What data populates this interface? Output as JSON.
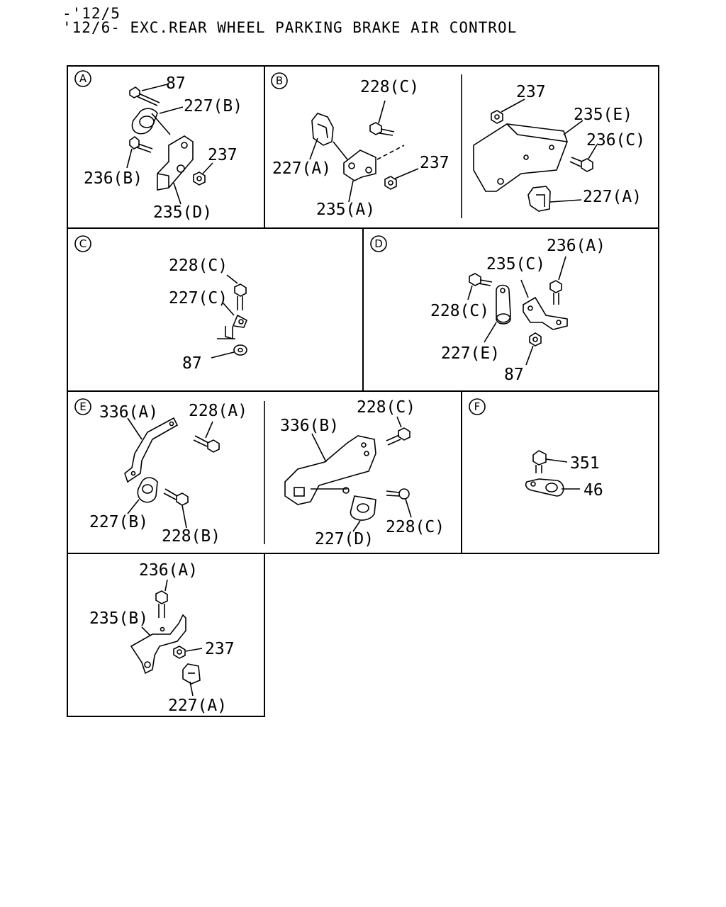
{
  "header": {
    "line1": "-'12/5",
    "line2": "'12/6- EXC.REAR WHEEL PARKING BRAKE AIR CONTROL"
  },
  "panels": {
    "A": {
      "letter": "A",
      "labels": {
        "l87": "87",
        "l227b": "227(B)",
        "l237": "237",
        "l236b": "236(B)",
        "l235d": "235(D)"
      }
    },
    "B": {
      "letter": "B",
      "labels": {
        "l228c": "228(C)",
        "l227a": "227(A)",
        "l237a": "237",
        "l235a": "235(A)",
        "l237b": "237",
        "l235e": "235(E)",
        "l236c": "236(C)",
        "l227a2": "227(A)"
      }
    },
    "C": {
      "letter": "C",
      "labels": {
        "l228c": "228(C)",
        "l227c": "227(C)",
        "l87": "87"
      }
    },
    "D": {
      "letter": "D",
      "labels": {
        "l236a": "236(A)",
        "l235c": "235(C)",
        "l228c": "228(C)",
        "l227e": "227(E)",
        "l87": "87"
      }
    },
    "E": {
      "letter": "E",
      "labels": {
        "l336a": "336(A)",
        "l228a": "228(A)",
        "l227b": "227(B)",
        "l228b": "228(B)",
        "l336b": "336(B)",
        "l228c1": "228(C)",
        "l228c2": "228(C)",
        "l227d": "227(D)"
      }
    },
    "F": {
      "letter": "F",
      "labels": {
        "l351": "351",
        "l46": "46"
      }
    },
    "G": {
      "labels": {
        "l236a": "236(A)",
        "l235b": "235(B)",
        "l237": "237",
        "l227a": "227(A)"
      }
    }
  }
}
